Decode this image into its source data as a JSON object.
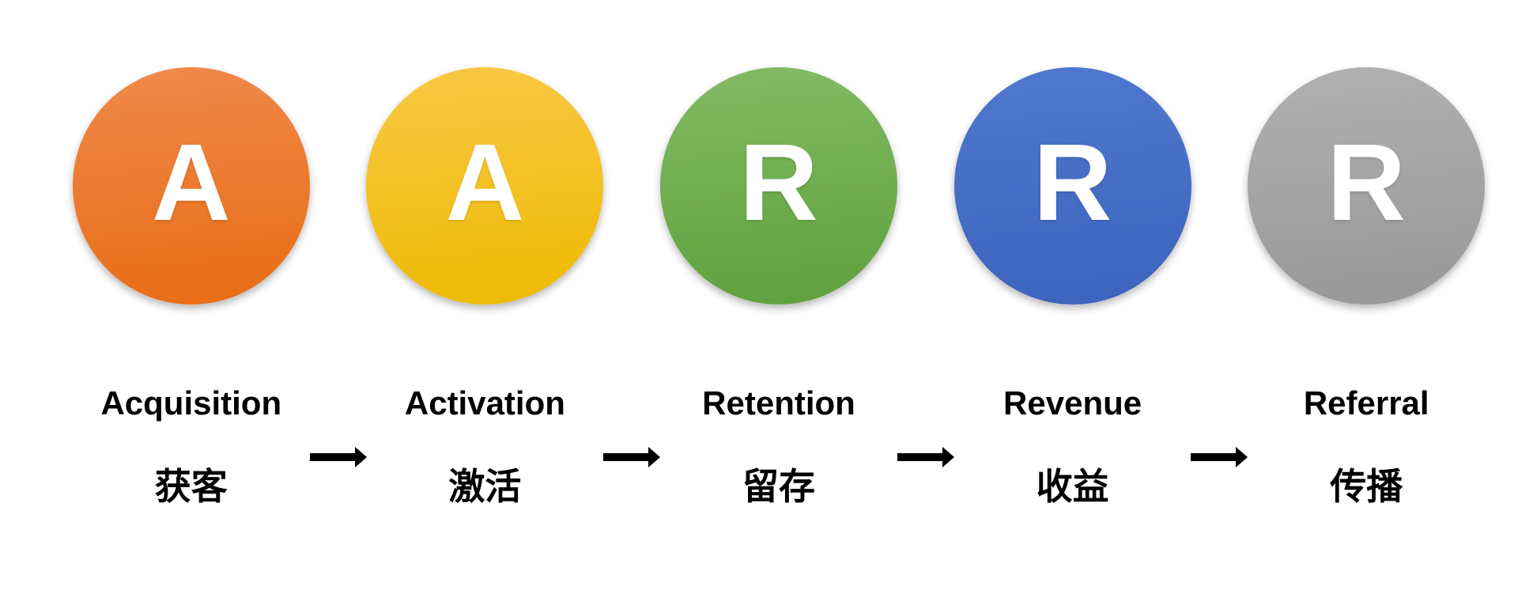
{
  "background_color": "#FFFFFF",
  "letter_color": "#FFFFFF",
  "label_color": "#000000",
  "arrows": {
    "icon": "right-arrow",
    "color": "#000000",
    "count": 4
  },
  "stages": [
    {
      "letter": "A",
      "name_en": "Acquisition",
      "name_zh": "获客",
      "color_top": "#F0894C",
      "color_bottom": "#E86C13"
    },
    {
      "letter": "A",
      "name_en": "Activation",
      "name_zh": "激活",
      "color_top": "#F8C845",
      "color_bottom": "#EEBA02"
    },
    {
      "letter": "R",
      "name_en": "Retention",
      "name_zh": "留存",
      "color_top": "#82BB64",
      "color_bottom": "#5FA03D"
    },
    {
      "letter": "R",
      "name_en": "Revenue",
      "name_zh": "收益",
      "color_top": "#5078CE",
      "color_bottom": "#3C64BD"
    },
    {
      "letter": "R",
      "name_en": "Referral",
      "name_zh": "传播",
      "color_top": "#B1B1B1",
      "color_bottom": "#979797"
    }
  ]
}
